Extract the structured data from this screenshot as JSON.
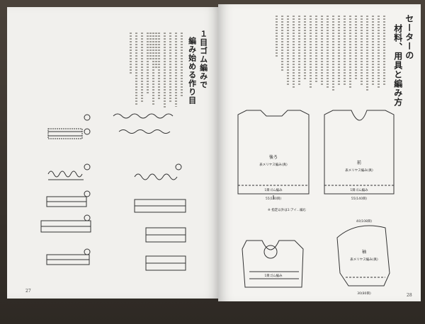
{
  "left_page": {
    "heading_line1": "１目ゴム編みで",
    "heading_line2": "編み始める作り目",
    "page_number": "27",
    "steps": [
      "①",
      "②",
      "③",
      "④",
      "⑤",
      "⑥",
      "⑦"
    ]
  },
  "right_page": {
    "heading_line1": "セーターの",
    "heading_line2": "材料、用具と編み方",
    "page_number": "28",
    "back_label": "後ろ",
    "front_label": "前",
    "sleeve_label": "袖",
    "stitch_main": "表メリヤス編み(真)",
    "ribbing": "1目ゴム編み",
    "width_back": "55(140目)",
    "width_front": "55(140目)",
    "caption_middle": "※ 指定以外は1:アイ...編む",
    "sleeve_top": "40(108目)",
    "sleeve_bottom": "30(80目)"
  }
}
